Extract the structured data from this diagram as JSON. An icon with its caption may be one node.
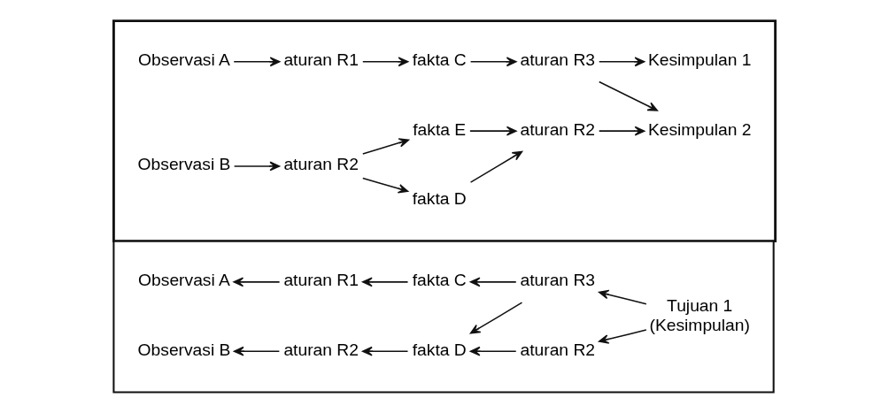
{
  "diagram": {
    "nodes": [
      {
        "text": [],
        "shape": "box"
      },
      {
        "text": [
          "Observasi A"
        ],
        "in": 0
      },
      {
        "text": [
          "aturan R1"
        ],
        "in": 0
      },
      {
        "text": [
          "fakta C"
        ],
        "in": 0
      },
      {
        "text": [
          "aturan R3"
        ],
        "in": 0
      },
      {
        "text": [
          "Kesimpulan 1"
        ],
        "in": 0
      },
      {
        "text": [
          "Observasi B"
        ],
        "in": 0
      },
      {
        "text": [
          "aturan R2"
        ],
        "in": 0
      },
      {
        "text": [
          "fakta D"
        ],
        "in": 0
      },
      {
        "text": [
          "Kesimpulan 2"
        ],
        "in": 0
      },
      {
        "text": [
          "aturan R2"
        ],
        "in": 0
      },
      {
        "text": [
          "fakta E"
        ],
        "in": 0
      },
      {
        "text": [],
        "shape": "box"
      },
      {
        "text": [
          "Observasi A"
        ],
        "in": 12
      },
      {
        "text": [
          "aturan R1"
        ],
        "in": 12
      },
      {
        "text": [
          "fakta C"
        ],
        "in": 12
      },
      {
        "text": [
          "aturan R3"
        ],
        "in": 12
      },
      {
        "text": [
          "Observasi B"
        ],
        "in": 12
      },
      {
        "text": [
          "aturan R2"
        ],
        "in": 12
      },
      {
        "text": [
          "fakta D"
        ],
        "in": 12
      },
      {
        "text": [
          "Tujuan 1 (Kesimpulan)"
        ],
        "in": 12
      },
      {
        "text": [
          "aturan R2"
        ],
        "in": 12
      }
    ],
    "edges": [
      {
        "from": 1,
        "to": 2,
        "arrow": "to"
      },
      {
        "from": 2,
        "to": 3,
        "arrow": "to"
      },
      {
        "from": 3,
        "to": 4,
        "arrow": "to"
      },
      {
        "from": 4,
        "to": 5,
        "arrow": "to"
      },
      {
        "from": 4,
        "to": 9,
        "arrow": "to"
      },
      {
        "from": 6,
        "to": 7,
        "arrow": "to"
      },
      {
        "from": 7,
        "to": 8,
        "arrow": "to"
      },
      {
        "from": 7,
        "to": 11,
        "arrow": "to"
      },
      {
        "from": 8,
        "to": 10,
        "arrow": "to"
      },
      {
        "from": 11,
        "to": 10,
        "arrow": "to"
      },
      {
        "from": 10,
        "to": 9,
        "arrow": "to"
      },
      {
        "from": 14,
        "to": 13,
        "arrow": "to"
      },
      {
        "from": 15,
        "to": 14,
        "arrow": "to"
      },
      {
        "from": 16,
        "to": 15,
        "arrow": "to"
      },
      {
        "from": 16,
        "to": 19,
        "arrow": "to"
      },
      {
        "from": 20,
        "to": 16,
        "arrow": "to"
      },
      {
        "from": 18,
        "to": 17,
        "arrow": "to"
      },
      {
        "from": 19,
        "to": 18,
        "arrow": "to"
      },
      {
        "from": 21,
        "to": 19,
        "arrow": "to"
      },
      {
        "from": 20,
        "to": 21,
        "arrow": "to"
      }
    ]
  }
}
